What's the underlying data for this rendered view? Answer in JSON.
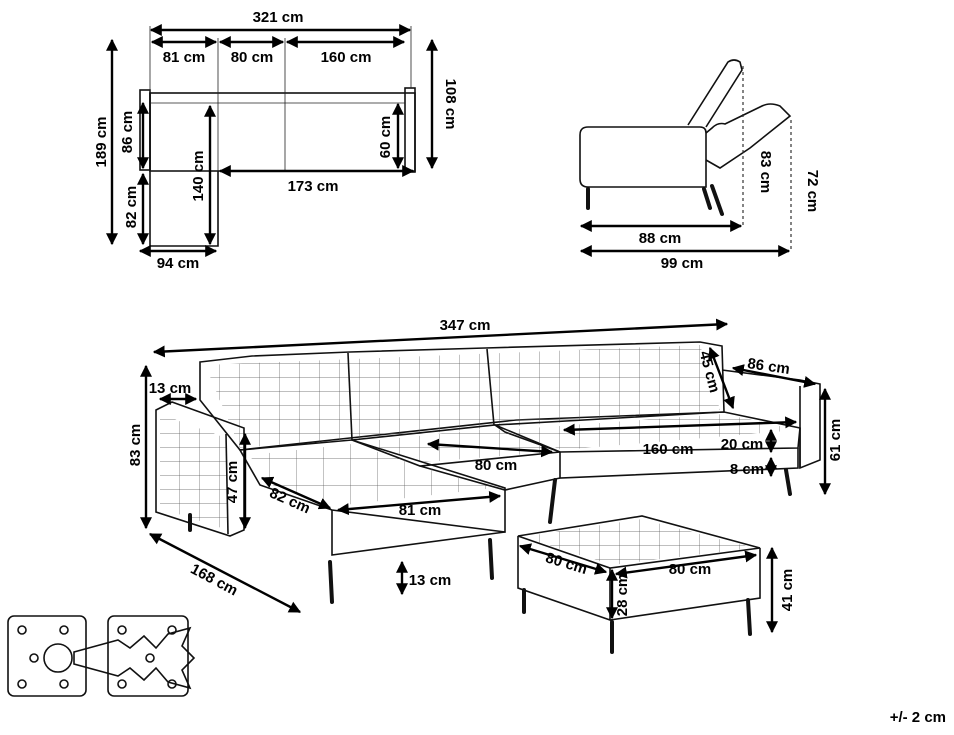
{
  "top_view": {
    "total_width": "321 cm",
    "seg_left": "81 cm",
    "seg_mid": "80 cm",
    "seg_right": "160 cm",
    "total_depth": "189 cm",
    "arm_depth": "86 cm",
    "chaise_lower": "82 cm",
    "chaise_seat": "140 cm",
    "seat_depth": "60 cm",
    "main_depth": "108 cm",
    "bottom_width": "173 cm",
    "chaise_width": "94 cm"
  },
  "side_view": {
    "seat_depth": "88 cm",
    "total_depth": "99 cm",
    "reclined_height": "83 cm",
    "back_height": "72 cm"
  },
  "main_view": {
    "total_width": "347 cm",
    "arm_width": "13 cm",
    "total_height": "83 cm",
    "back_cushion": "45 cm",
    "right_arm_depth": "86 cm",
    "right_height": "61 cm",
    "arm_height": "47 cm",
    "chaise_depth": "82 cm",
    "chaise_front": "81 cm",
    "mid_seat": "80 cm",
    "right_seat": "160 cm",
    "seat_thick": "20 cm",
    "base_thick": "8 cm",
    "leg_height": "13 cm",
    "overall_depth": "168 cm"
  },
  "ottoman": {
    "depth": "80 cm",
    "width": "80 cm",
    "cushion": "28 cm",
    "height": "41 cm"
  },
  "tolerance": "+/- 2 cm",
  "icons": [
    "assembly-bracket-icon"
  ]
}
